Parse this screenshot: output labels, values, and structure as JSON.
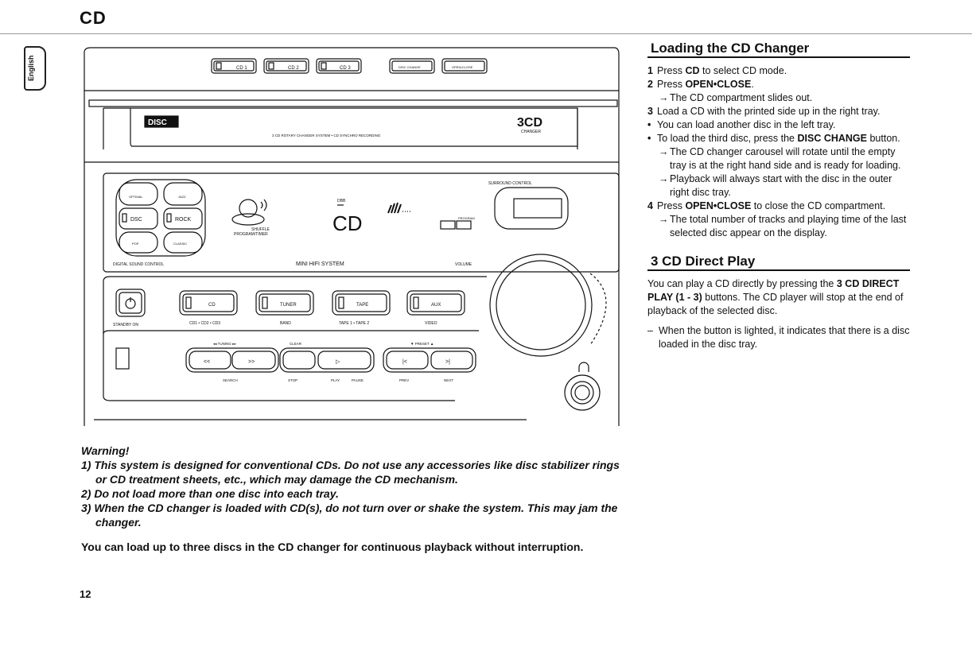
{
  "page": {
    "section_title": "CD",
    "page_number": "12",
    "language_tab": "English"
  },
  "device": {
    "tray_buttons": [
      "CD 1",
      "CD 2",
      "CD 3"
    ],
    "disc_change_button": "DISC CHANGE",
    "open_close_button": "OPEN•CLOSE",
    "disc_logo": "DISC",
    "tagline": "3 CD ROTARY CHANGER SYSTEM • CD SYNCHRO RECORDING",
    "brand_3cd": "3CD",
    "brand_changer": "CHANGER",
    "shuffle_label": "SHUFFLE",
    "program_timer_label": "PROGRAM/TIMER",
    "dbb_label": "DBB",
    "display_text": "CD",
    "program_label": "PROGRAM",
    "surround_control": "SURROUND CONTROL",
    "digital_sound_control": "DIGITAL SOUND CONTROL",
    "mini_hifi": "MINI HIFI SYSTEM",
    "volume_label": "VOLUME",
    "dsc_left_buttons": [
      "OPTIMAL",
      "JAZZ",
      "DSC",
      "ROCK",
      "POP",
      "CLASSIC"
    ],
    "standby_label": "STANDBY ON",
    "source_buttons": [
      {
        "label": "CD",
        "caption": "CD1 • CD2 • CD3"
      },
      {
        "label": "TUNER",
        "caption": "BAND"
      },
      {
        "label": "TAPE",
        "caption": "TAPE 1 • TAPE 2"
      },
      {
        "label": "AUX",
        "caption": "VIDEO"
      }
    ],
    "transport_labels": {
      "tuning": "◂◂ TUNING ▸▸",
      "clear": "CLEAR",
      "search": "SEARCH",
      "stop": "STOP",
      "play": "PLAY",
      "pause": "PAUSE",
      "prev": "PREV",
      "next": "NEXT",
      "arrows": "▼ PRESET ▲"
    }
  },
  "warning": {
    "title": "Warning!",
    "items": [
      "1) This system is designed for conventional CDs. Do not use any accessories like disc stabilizer rings or CD treatment sheets, etc., which may damage the CD mechanism.",
      "2) Do not load more than one disc into each tray.",
      "3) When the CD changer is loaded with CD(s), do not turn over or shake the system. This may jam the changer."
    ]
  },
  "summary": "You can load up to three discs in the CD changer for continuous playback without interruption.",
  "loading": {
    "heading": "Loading the CD Changer",
    "s1_num": "1",
    "s1_a": "Press ",
    "s1_b": "CD",
    "s1_c": " to select CD mode.",
    "s2_num": "2",
    "s2_a": "Press ",
    "s2_b": "OPEN•CLOSE",
    "s2_c": ".",
    "s2_sub": "The CD compartment slides out.",
    "s3_num": "3",
    "s3_text": "Load a CD with the printed side up in the right tray.",
    "b1": "You can load another disc in the left tray.",
    "b2_a": "To load the third disc, press the ",
    "b2_b": "DISC CHANGE",
    "b2_c": " button.",
    "b2_sub1": "The CD changer carousel will rotate until the empty tray is at the right hand side and is ready for loading.",
    "b2_sub2": "Playback will always start with the disc in the outer right disc tray.",
    "s4_num": "4",
    "s4_a": "Press ",
    "s4_b": "OPEN•CLOSE",
    "s4_c": " to close the CD compartment.",
    "s4_sub": "The total number of tracks and playing time of the last selected disc appear on the display."
  },
  "direct": {
    "heading": "3 CD Direct Play",
    "p_a": "You can play a CD directly by pressing the ",
    "p_b": "3 CD DIRECT PLAY (1 - 3)",
    "p_c": " buttons. The CD player will stop at the end of playback of the selected disc.",
    "note": "When the button is lighted, it indicates that there is a disc loaded in the disc tray."
  }
}
